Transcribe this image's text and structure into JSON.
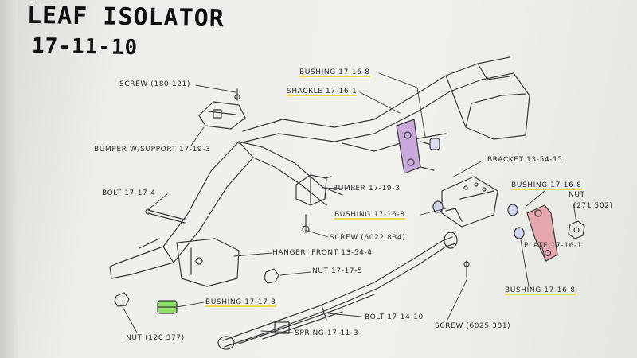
{
  "handwritten": {
    "title": "LEAF ISOLATOR",
    "ref": "17-11-10"
  },
  "highlight_colors": {
    "yellow": "#e9d62f",
    "purple": "#c9a8dc",
    "pink": "#e6a6ad",
    "green": "#8ee06a"
  },
  "labels": {
    "screw_180_121": "SCREW (180 121)",
    "bumper_support": "BUMPER W/SUPPORT 17-19-3",
    "bushing_17_16_8_top": "BUSHING 17-16-8",
    "shackle": "SHACKLE 17-16-1",
    "bracket": "BRACKET 13-54-15",
    "bushing_17_16_8_right": "BUSHING 17-16-8",
    "nut_271_502_line1": "NUT",
    "nut_271_502_line2": "(271 502)",
    "bolt_17_17_4": "BOLT 17-17-4",
    "bumper_17_19_3": "BUMPER 17-19-3",
    "bushing_17_16_8_mid": "BUSHING 17-16-8",
    "screw_6022_834": "SCREW (6022 834)",
    "hanger_front": "HANGER, FRONT 13-54-4",
    "nut_17_17_5": "NUT 17-17-5",
    "plate": "PLATE 17-16-1",
    "bushing_17_16_8_bottom": "BUSHING 17-16-8",
    "bushing_17_17_3": "BUSHING 17-17-3",
    "bolt_17_14_10": "BOLT 17-14-10",
    "screw_6025_381": "SCREW (6025 381)",
    "nut_120_377": "NUT (120 377)",
    "spring": "SPRING 17-11-3"
  }
}
